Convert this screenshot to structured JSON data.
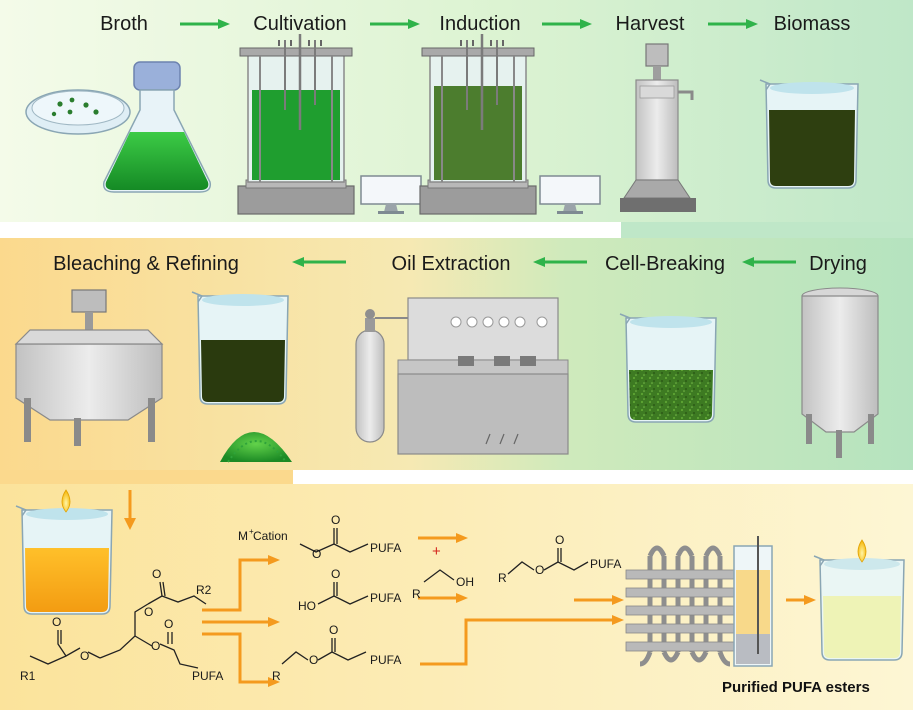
{
  "top_steps": [
    "Broth",
    "Cultivation",
    "Induction",
    "Harvest",
    "Biomass"
  ],
  "middle_steps": [
    "Bleaching & Refining",
    "Oil Extraction",
    "Cell-Breaking",
    "Drying"
  ],
  "chemistry": {
    "cation_label": "M",
    "cation_superscript": "+",
    "cation_suffix": " Cation",
    "pufa": "PUFA",
    "r1": "R1",
    "r2": "R2",
    "r": "R",
    "ho": "HO",
    "oh": "OH",
    "o": "O",
    "plus": "+"
  },
  "final_label": "Purified PUFA esters",
  "colors": {
    "flow_arrow_green": "#2fb34a",
    "flow_arrow_orange": "#f49a1e",
    "culture_green": "#1e9e2e",
    "culture_dark_green": "#4a7a2c",
    "biomass_dark": "#2e3f10",
    "oil_orange": "#f3a81b",
    "plus_red": "#d4271e"
  }
}
